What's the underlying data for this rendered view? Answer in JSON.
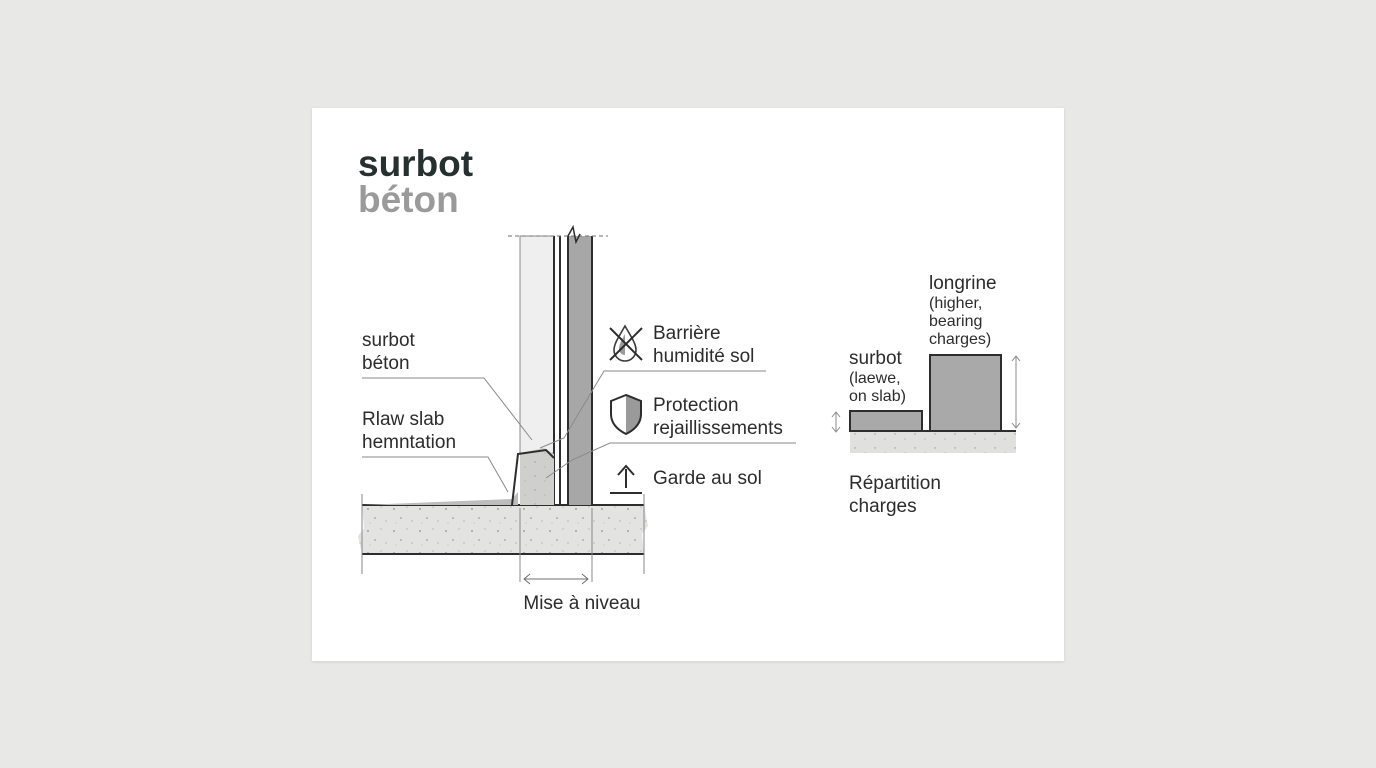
{
  "title": {
    "line1": "surbot",
    "line2": "béton"
  },
  "callouts": {
    "surbot": [
      "surbot",
      "béton"
    ],
    "slab": [
      "Rlaw slab",
      "hemntation"
    ]
  },
  "legend": {
    "barrier": [
      "Barrière",
      "humidité sol"
    ],
    "protection": [
      "Protection",
      "rejaillissements"
    ],
    "clearance": [
      "Garde au sol"
    ]
  },
  "dimension": {
    "label": "Mise à niveau"
  },
  "comparison": {
    "longrine": [
      "longrine",
      "(higher,",
      "bearing",
      "charges)"
    ],
    "surbot": [
      "surbot",
      "(laewe,",
      "on slab)"
    ],
    "caption": [
      "Répartition",
      "charges"
    ]
  },
  "icons": {
    "barrier": "crossed-drop-icon",
    "protection": "shield-icon",
    "clearance": "arrow-up-icon"
  },
  "colors": {
    "concrete": "#e3e3e1",
    "wall_gray": "#a7a7a7",
    "insulation": "#efefef",
    "accent_dark": "#26302f",
    "accent_gray": "#9a9a9a"
  }
}
